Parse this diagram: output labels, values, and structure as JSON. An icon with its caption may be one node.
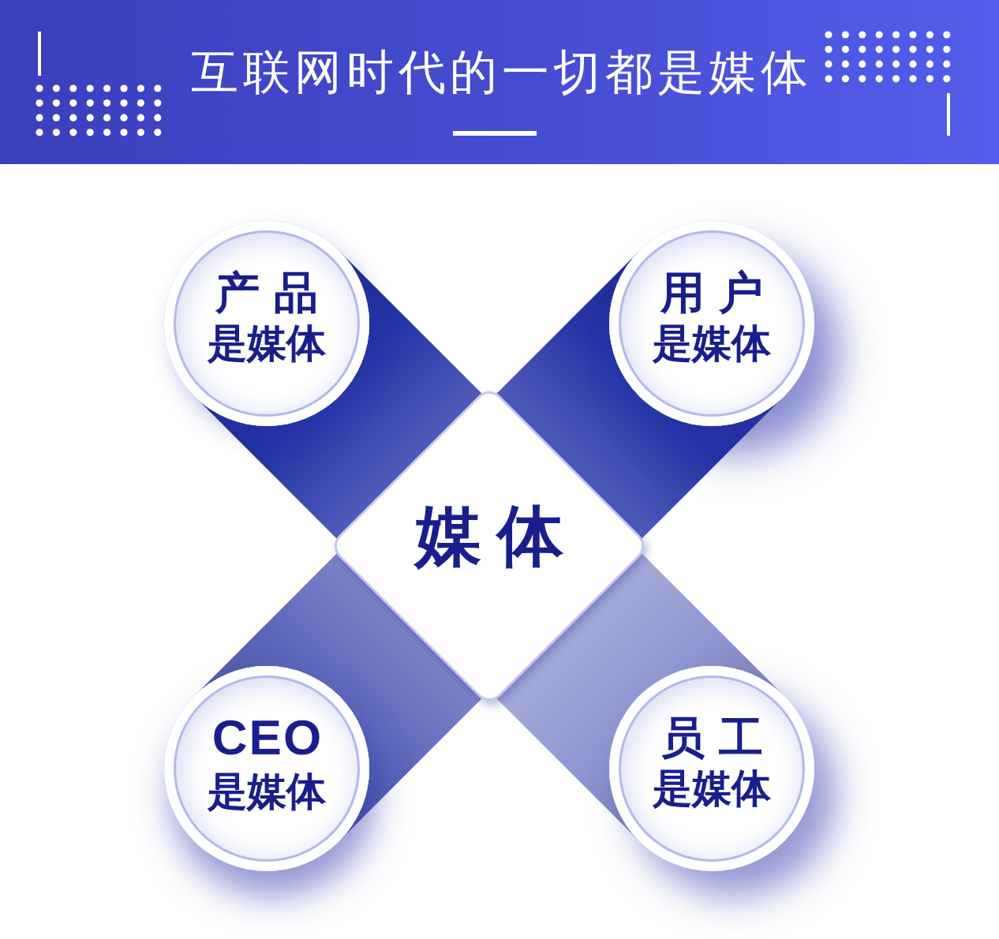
{
  "diagram": {
    "title": "互联网时代的一切都是媒体",
    "nodes": [
      {
        "text": [
          "产品",
          "是媒体"
        ]
      },
      {
        "text": [
          "用户",
          "是媒体"
        ]
      },
      {
        "text": [
          "媒体"
        ]
      },
      {
        "text": [
          "CEO",
          "是媒体"
        ]
      },
      {
        "text": [
          "员工",
          "是媒体"
        ]
      }
    ],
    "edges": [
      {
        "from": 0,
        "to": 2,
        "arrow": "none"
      },
      {
        "from": 1,
        "to": 2,
        "arrow": "none"
      },
      {
        "from": 3,
        "to": 2,
        "arrow": "none",
        "color": "#5a65ba"
      },
      {
        "from": 4,
        "to": 2,
        "arrow": "none",
        "color": "#8f96d1"
      }
    ]
  }
}
